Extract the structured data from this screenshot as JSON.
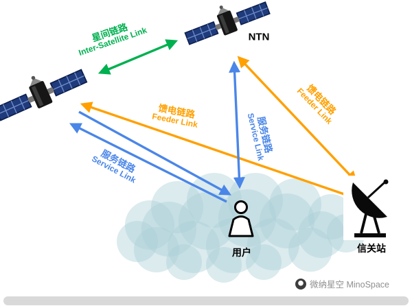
{
  "diagram": {
    "nodes": {
      "ntn_label": "NTN",
      "user_label": "用户",
      "gateway_label": "信关站"
    },
    "links": {
      "inter_satellite": {
        "zh": "星间链路",
        "en": "Inter-Satellite Link"
      },
      "feeder_right": {
        "zh": "馈电链路",
        "en": "Feeder Link"
      },
      "feeder_across": {
        "zh": "馈电链路",
        "en": "Feeder Link"
      },
      "service_center": {
        "zh": "服务链路",
        "en": "Service Link"
      },
      "service_left": {
        "zh": "服务链路",
        "en": "Service Link"
      }
    },
    "colors": {
      "inter_satellite": "#00b050",
      "feeder": "#ffa000",
      "service": "#4a86e8",
      "cloud": "#a9cfd6"
    }
  },
  "watermark": {
    "text": "微纳星空 MinoSpace"
  }
}
